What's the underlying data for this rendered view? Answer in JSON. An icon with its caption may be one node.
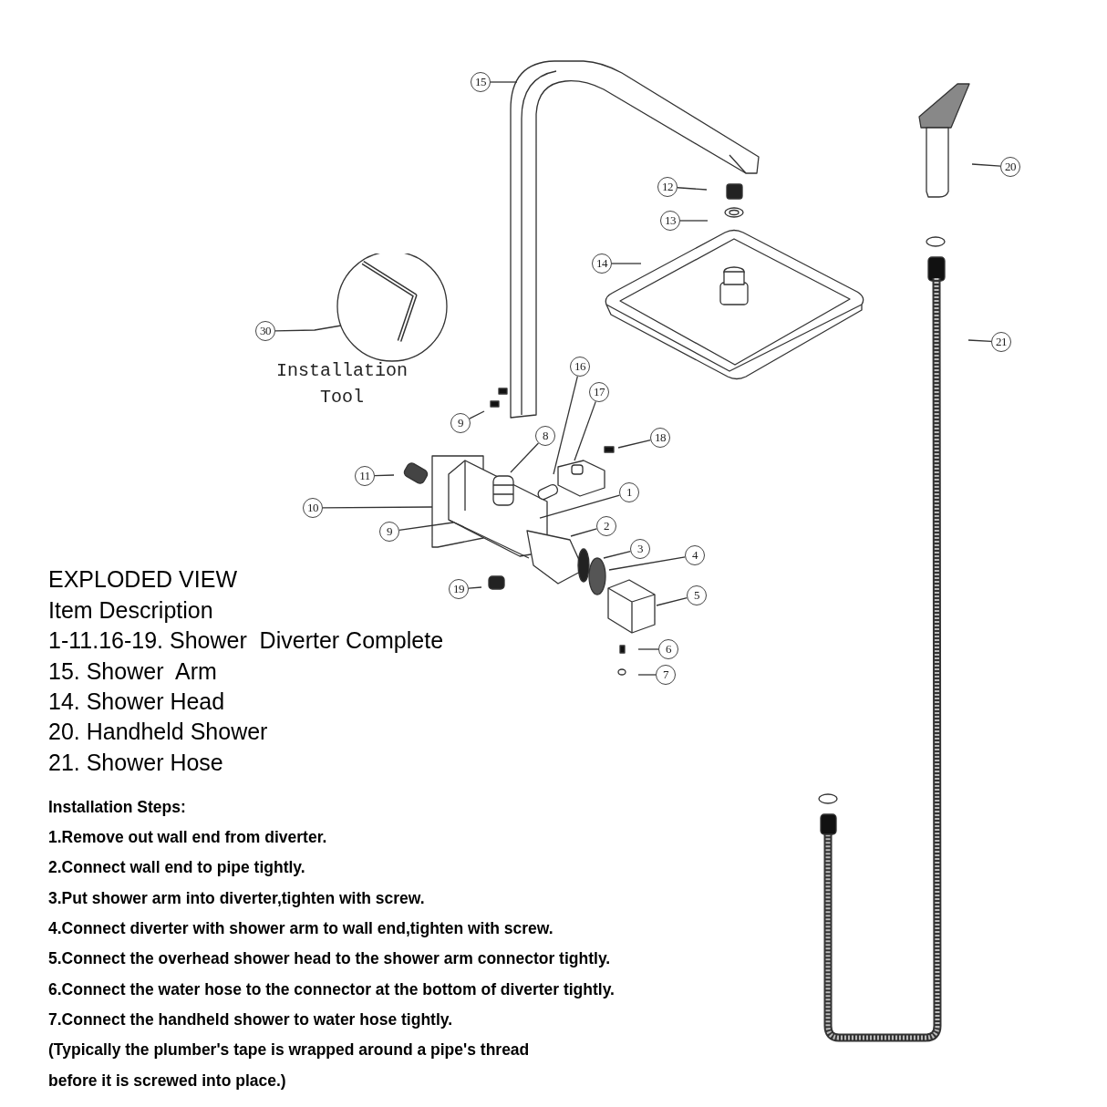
{
  "diagram": {
    "nodes": [
      {
        "text": [
          "15"
        ]
      },
      {
        "text": [
          "20"
        ]
      },
      {
        "text": [
          "12"
        ]
      },
      {
        "text": [
          "13"
        ]
      },
      {
        "text": [
          "14"
        ]
      },
      {
        "text": [
          "30"
        ]
      },
      {
        "text": [
          "21"
        ]
      },
      {
        "text": [
          "Installation Tool"
        ]
      },
      {
        "text": [
          "16"
        ]
      },
      {
        "text": [
          "17"
        ]
      },
      {
        "text": [
          "9"
        ]
      },
      {
        "text": [
          "18"
        ]
      },
      {
        "text": [
          "8"
        ]
      },
      {
        "text": [
          "11"
        ]
      },
      {
        "text": [
          "1"
        ]
      },
      {
        "text": [
          "10"
        ]
      },
      {
        "text": [
          "2"
        ]
      },
      {
        "text": [
          "9"
        ]
      },
      {
        "text": [
          "3"
        ]
      },
      {
        "text": [
          "4"
        ]
      },
      {
        "text": [
          "19"
        ]
      },
      {
        "text": [
          "5"
        ]
      },
      {
        "text": [
          "6"
        ]
      },
      {
        "text": [
          "7"
        ]
      }
    ],
    "edges": [
      {
        "from": 0,
        "to": null,
        "arrow": "none"
      },
      {
        "from": 1,
        "to": null,
        "arrow": "none"
      },
      {
        "from": 2,
        "to": null,
        "arrow": "none"
      },
      {
        "from": 3,
        "to": null,
        "arrow": "none"
      },
      {
        "from": 4,
        "to": null,
        "arrow": "none"
      },
      {
        "from": 5,
        "to": 7,
        "arrow": "none"
      },
      {
        "from": 6,
        "to": null,
        "arrow": "none"
      },
      {
        "from": 8,
        "to": null,
        "arrow": "none"
      },
      {
        "from": 9,
        "to": null,
        "arrow": "none"
      },
      {
        "from": 10,
        "to": null,
        "arrow": "none"
      },
      {
        "from": 11,
        "to": null,
        "arrow": "none"
      },
      {
        "from": 12,
        "to": null,
        "arrow": "none"
      },
      {
        "from": 13,
        "to": null,
        "arrow": "none"
      },
      {
        "from": 14,
        "to": null,
        "arrow": "none"
      },
      {
        "from": 15,
        "to": null,
        "arrow": "none"
      },
      {
        "from": 16,
        "to": null,
        "arrow": "none"
      },
      {
        "from": 17,
        "to": null,
        "arrow": "none"
      },
      {
        "from": 18,
        "to": null,
        "arrow": "none"
      },
      {
        "from": 19,
        "to": null,
        "arrow": "none"
      },
      {
        "from": 20,
        "to": null,
        "arrow": "none"
      },
      {
        "from": 21,
        "to": null,
        "arrow": "none"
      },
      {
        "from": 22,
        "to": null,
        "arrow": "none"
      },
      {
        "from": 23,
        "to": null,
        "arrow": "none"
      }
    ],
    "labels": [
      "EXPLODED VIEW",
      "Item Description",
      "1-11.16-19. Shower  Diverter Complete",
      "15. Shower  Arm",
      "14. Shower Head",
      "20. Handheld Shower",
      "21. Shower Hose",
      "Installation Steps:",
      "1.Remove out wall end from diverter.",
      "2.Connect wall end to pipe tightly.",
      "3.Put shower arm into diverter,tighten with screw.",
      "4.Connect diverter with shower arm to wall end,tighten with screw.",
      "5.Connect the overhead shower head to the shower arm connector tightly.",
      "6.Connect the water hose to the connector at the bottom of diverter tightly.",
      "7.Connect the handheld shower to water hose tightly.",
      "(Typically the plumber's tape is wrapped around a pipe's thread",
      "before it is screwed into place.)"
    ]
  }
}
